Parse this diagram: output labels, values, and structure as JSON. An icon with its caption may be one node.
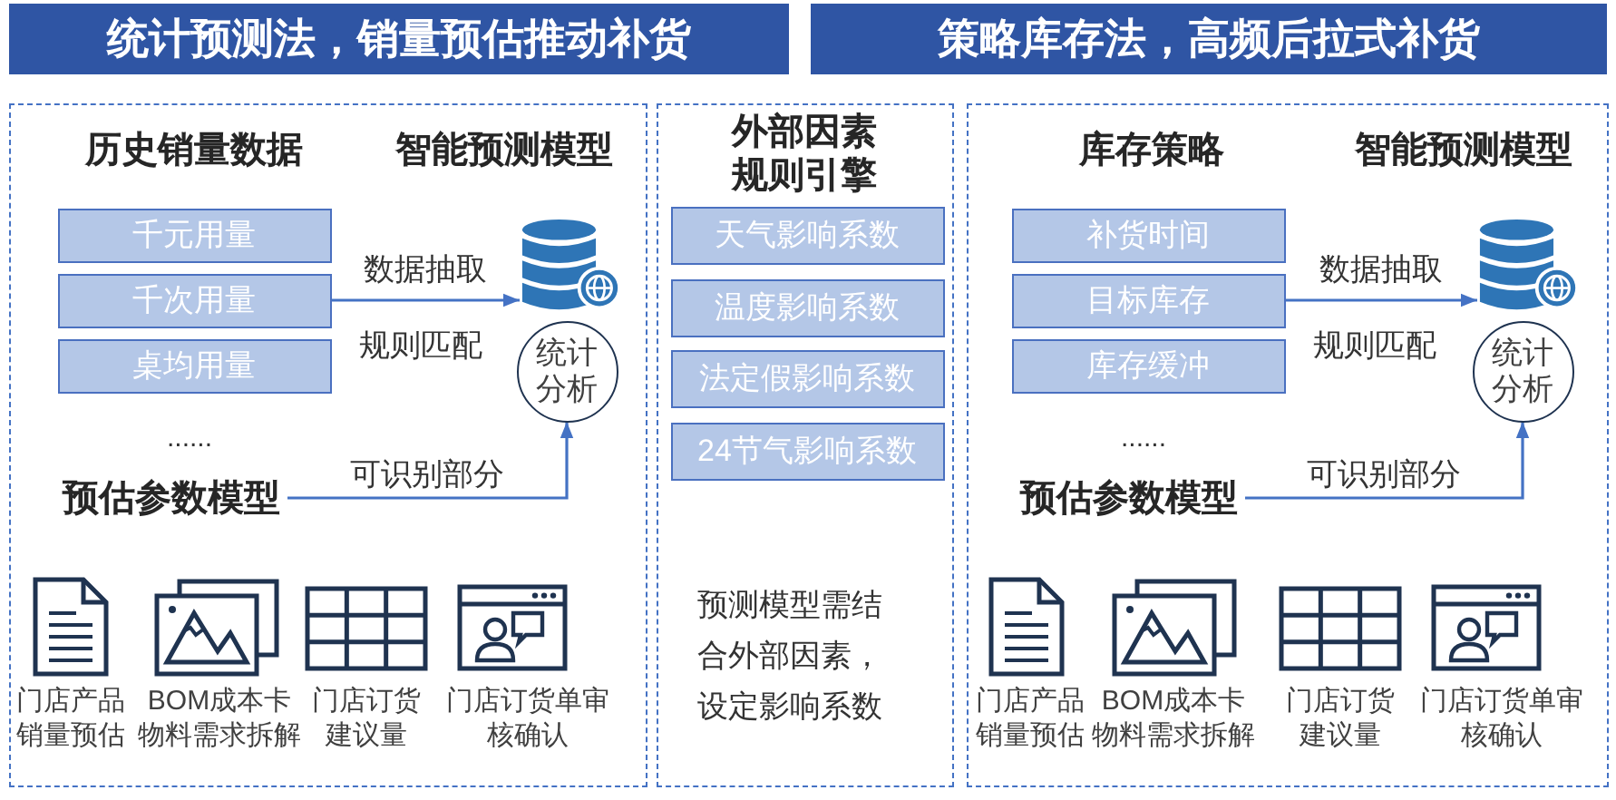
{
  "diagram": {
    "nodes": [
      {
        "text": [
          "统计预测法，销量预估推动补货"
        ]
      },
      {
        "text": [
          "策略库存法，高频后拉式补货"
        ]
      },
      {
        "text": [],
        "shape": "box"
      },
      {
        "text": [
          "千元用量"
        ],
        "in": 2
      },
      {
        "text": [
          "千次用量"
        ],
        "in": 2
      },
      {
        "text": [
          "桌均用量"
        ],
        "in": 2
      },
      {
        "text": [],
        "shape": "cylinder",
        "in": 2
      },
      {
        "text": [
          "统计分析"
        ],
        "in": 2
      },
      {
        "text": [
          "预估参数模型"
        ],
        "in": 2
      },
      {
        "text": [
          "外部因素规则引擎",
          "预测模型需结合外部因素，设定影响系数"
        ]
      },
      {
        "text": [
          "天气影响系数"
        ],
        "in": 9
      },
      {
        "text": [
          "温度影响系数"
        ],
        "in": 9
      },
      {
        "text": [
          "法定假影响系数"
        ],
        "in": 9
      },
      {
        "text": [
          "24节气影响系数"
        ],
        "in": 9
      },
      {
        "text": [],
        "shape": "box"
      },
      {
        "text": [
          "补货时间"
        ],
        "in": 14
      },
      {
        "text": [
          "目标库存"
        ],
        "in": 14
      },
      {
        "text": [
          "库存缓冲"
        ],
        "in": 14
      },
      {
        "text": [],
        "shape": "cylinder",
        "in": 14
      },
      {
        "text": [
          "统计分析"
        ],
        "in": 14
      },
      {
        "text": [
          "预估参数模型"
        ],
        "in": 14
      }
    ],
    "edges": [
      {
        "from": 4,
        "to": 6,
        "arrow": "to",
        "label": "数据抽取"
      },
      {
        "from": 8,
        "to": 7,
        "arrow": "to",
        "label": "可识别部分"
      },
      {
        "from": 16,
        "to": 18,
        "arrow": "to",
        "label": "数据抽取"
      },
      {
        "from": 20,
        "to": 19,
        "arrow": "to",
        "label": "可识别部分"
      }
    ],
    "labels": [
      "历史销量数据",
      "智能预测模型",
      "规则匹配",
      "......",
      "门店产品销量预估",
      "BOM成本卡物料需求拆解",
      "门店订货建议量",
      "门店订货单审核确认",
      "库存策略",
      "智能预测模型",
      "规则匹配",
      "......",
      "门店产品销量预估",
      "BOM成本卡物料需求拆解",
      "门店订货建议量",
      "门店订货单审核确认"
    ]
  }
}
